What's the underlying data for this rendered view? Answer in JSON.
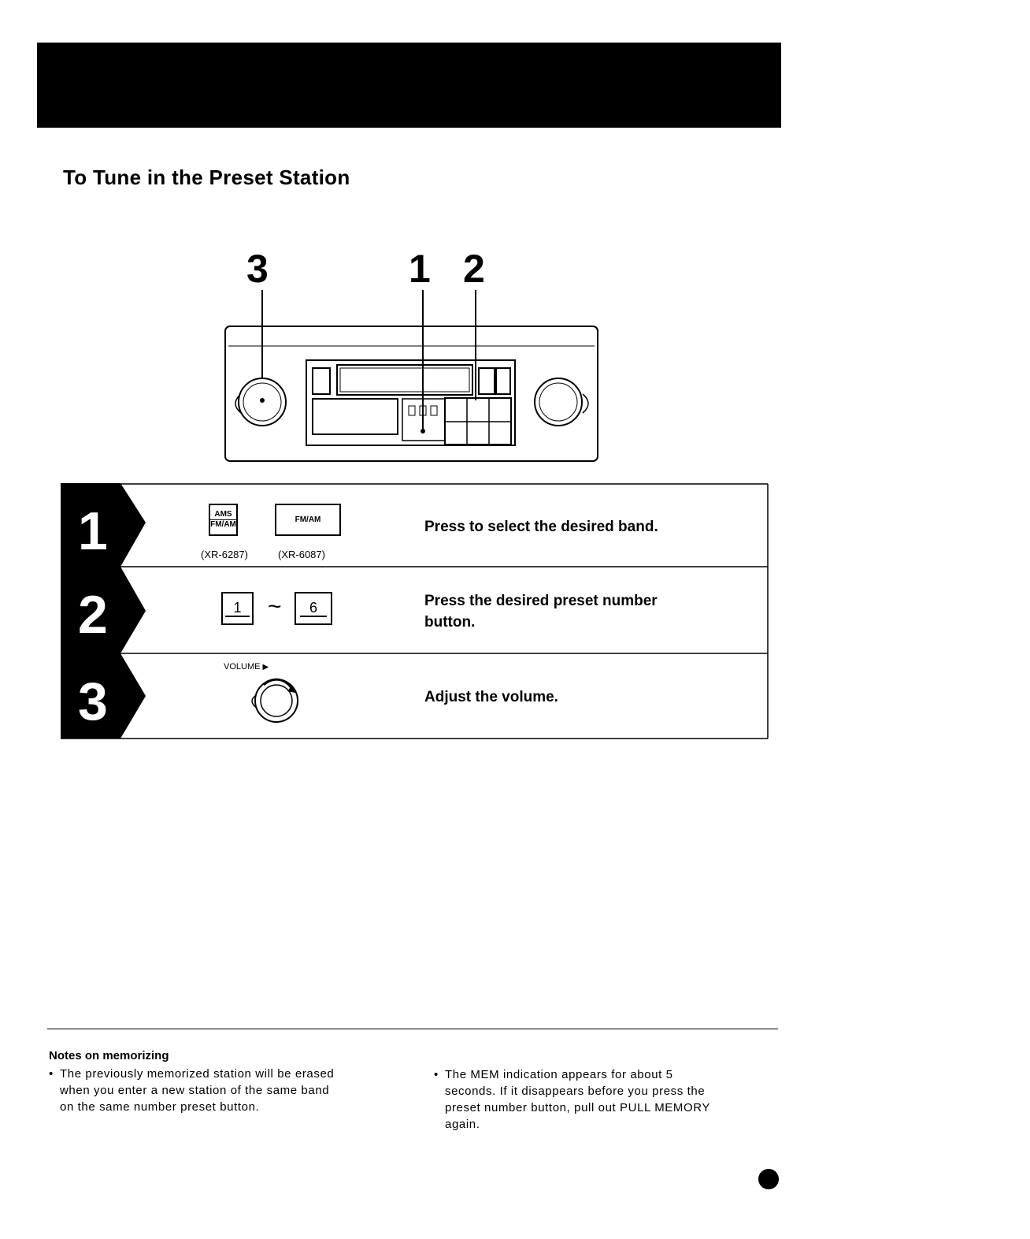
{
  "title": "To Tune in the Preset Station",
  "callouts": {
    "c3": "3",
    "c1": "1",
    "c2": "2"
  },
  "steps": [
    {
      "number": "1",
      "text": "Press to select the desired band.",
      "button_a": {
        "line1": "AMS",
        "line2": "FM/AM",
        "model": "(XR-6287)"
      },
      "button_b": {
        "label": "FM/AM",
        "model": "(XR-6087)"
      }
    },
    {
      "number": "2",
      "text_line1": "Press the desired preset number",
      "text_line2": "button.",
      "preset_first": "1",
      "tilde": "~",
      "preset_last": "6"
    },
    {
      "number": "3",
      "text": "Adjust the volume.",
      "knob_label": "VOLUME"
    }
  ],
  "notes": {
    "title": "Notes on memorizing",
    "left": [
      "The previously memorized station will be erased",
      "when you enter a new station of the same band",
      "on the same number preset button."
    ],
    "right": [
      "The MEM indication appears for about 5",
      "seconds. If it disappears before you press the",
      "preset number button, pull out PULL MEMORY",
      "again."
    ]
  },
  "bullet": "•"
}
